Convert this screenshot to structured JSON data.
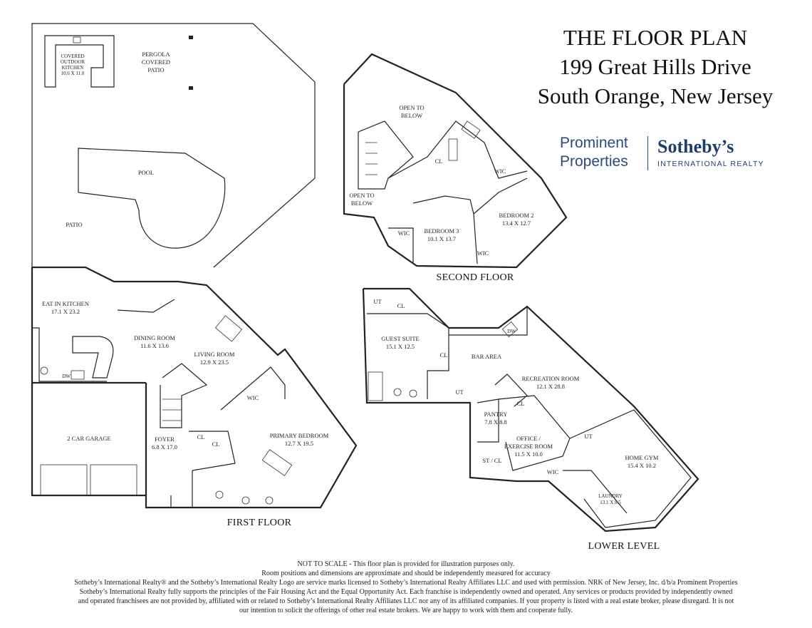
{
  "title": {
    "line1": "THE FLOOR PLAN",
    "line2": "199 Great Hills Drive",
    "line3": "South Orange, New Jersey"
  },
  "brand": {
    "left_line1": "Prominent",
    "left_line2": "Properties",
    "right_name": "Sotheby’s",
    "right_sub": "INTERNATIONAL REALTY",
    "color": "#2b4a7b"
  },
  "floors": {
    "first": "FIRST FLOOR",
    "second": "SECOND FLOOR",
    "lower": "LOWER LEVEL"
  },
  "first_floor_rooms": {
    "pergola": [
      "PERGOLA",
      "COVERED",
      "PATIO"
    ],
    "outdoor_kitchen": [
      "COVERED",
      "OUTDOOR",
      "KITCHEN",
      "10.6 X 11.0"
    ],
    "pool": "POOL",
    "patio": "PATIO",
    "eat_in_kitchen": [
      "EAT IN KITCHEN",
      "17.1 X 23.2"
    ],
    "dining_room": [
      "DINING ROOM",
      "11.6 X 13.6"
    ],
    "living_room": [
      "LIVING ROOM",
      "12.9 X 23.5"
    ],
    "garage": "2 CAR GARAGE",
    "foyer": [
      "FOYER",
      "6.8 X 17.0"
    ],
    "primary_bedroom": [
      "PRIMARY BEDROOM",
      "12.7 X 19.5"
    ],
    "wic": "WIC",
    "cl1": "CL",
    "cl2": "CL",
    "dw": "DW"
  },
  "second_floor_rooms": {
    "open_to_below_1": [
      "OPEN TO",
      "BELOW"
    ],
    "open_to_below_2": [
      "OPEN TO",
      "BELOW"
    ],
    "cl": "CL",
    "wic1": "WIC",
    "wic2": "WIC",
    "wic3": "WIC",
    "bedroom2": [
      "BEDROOM 2",
      "13.4 X 12.7"
    ],
    "bedroom3": [
      "BEDROOM 3",
      "10.1 X 13.7"
    ]
  },
  "lower_level_rooms": {
    "ut1": "UT",
    "cl1": "CL",
    "guest_suite": [
      "GUEST SUITE",
      "15.1 X 12.5"
    ],
    "cl2": "CL",
    "bar_area": "BAR AREA",
    "dw": "DW",
    "ut2": "UT",
    "recreation_room": [
      "RECREATION ROOM",
      "12.1 X 28.8"
    ],
    "pantry": [
      "PANTRY",
      "7.8 X 8.8"
    ],
    "cl3": "CL",
    "st_cl": "ST / CL",
    "office": [
      "OFFICE /",
      "EXERCISE ROOM",
      "11.5 X 10.0"
    ],
    "wic": "WIC",
    "ut3": "UT",
    "home_gym": [
      "HOME GYM",
      "15.4 X 10.2"
    ],
    "laundry": [
      "LAUNDRY",
      "13.1 X 8.5"
    ]
  },
  "disclaimer": {
    "line1": "NOT TO SCALE - This floor plan is provided for illustration purposes only.",
    "line2": "Room positions and dimensions are approximate and should be independently measured for accuracy",
    "line3": "Sotheby’s International Realty® and the Sotheby’s International Realty Logo are service marks licensed to Sotheby’s International Realty Affiliates LLC and used with permission. NRK of New Jersey, Inc. d/b/a Prominent Properties",
    "line4": "Sotheby’s International Realty fully supports the principles of the Fair Housing Act and the Equal Opportunity Act. Each franchise is independently owned and operated. Any services or products provided by independently owned",
    "line5": "and operated franchisees are not provided by, affiliated with or related to Sotheby’s International Realty Affiliates LLC nor any of its affiliated companies. If your property is listed with a real estate broker, please disregard. It is not",
    "line6": "our intention to solicit the offerings of other real estate brokers. We are happy to work with them and cooperate fully."
  }
}
